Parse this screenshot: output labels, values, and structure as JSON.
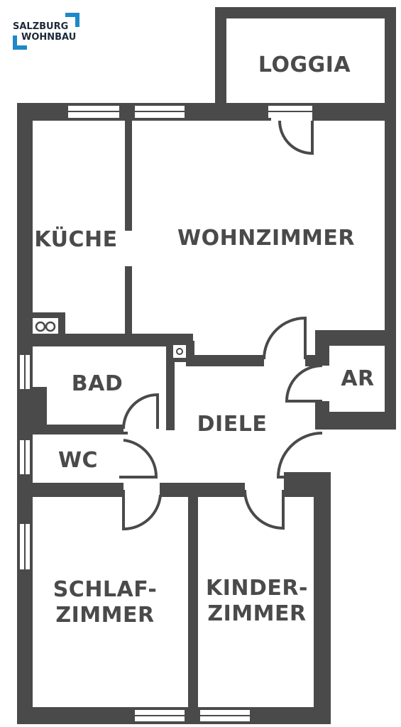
{
  "logo": {
    "line1": "SALZBURG",
    "line2": "WOHNBAU",
    "accent_color": "#1e88c8",
    "text_color": "#1d2a3a"
  },
  "colors": {
    "wall": "#4a4a4a",
    "floor": "#ffffff",
    "door_arc": "#4a4a4a"
  },
  "rooms": {
    "loggia": "LOGGIA",
    "kueche": "KÜCHE",
    "wohnzimmer": "WOHNZIMMER",
    "bad": "BAD",
    "ar": "AR",
    "diele": "DIELE",
    "wc": "WC",
    "schlafzimmer": {
      "line1": "SCHLAF-",
      "line2": "ZIMMER"
    },
    "kinderzimmer": {
      "line1": "KINDER-",
      "line2": "ZIMMER"
    }
  }
}
